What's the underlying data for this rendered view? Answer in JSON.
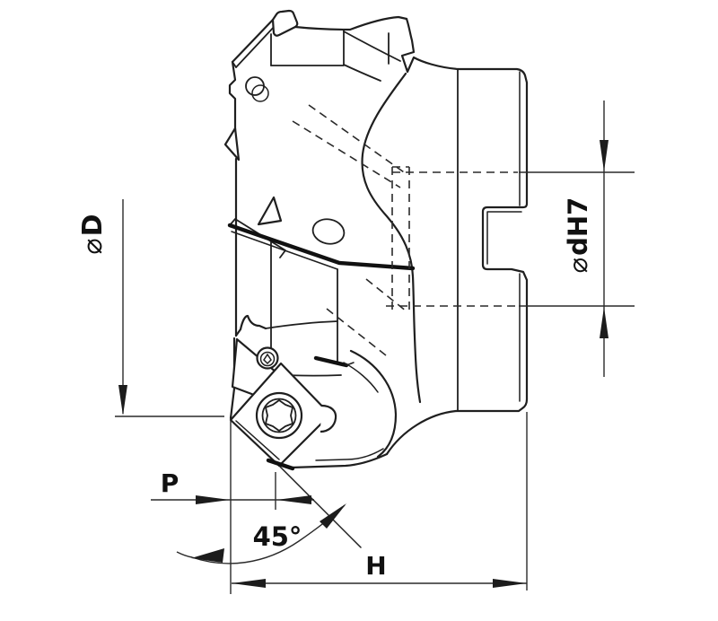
{
  "drawing": {
    "type": "technical-drawing",
    "subject": "45-degree face milling cutter with indexable torx-screw inserts, side view with hidden bore lines",
    "labels": {
      "phi_symbol": "⌀",
      "outer_diameter": "D",
      "bore_diameter": "dH7",
      "insert_protrusion": "P",
      "lead_angle": "45°",
      "body_height": "H"
    },
    "colors": {
      "line": "#1f1f1f",
      "background": "#ffffff"
    },
    "features": [
      "keyway-notch",
      "hidden-bore-dashed-lines",
      "torx-screw-icon",
      "indexable-insert",
      "chip-flute"
    ]
  }
}
